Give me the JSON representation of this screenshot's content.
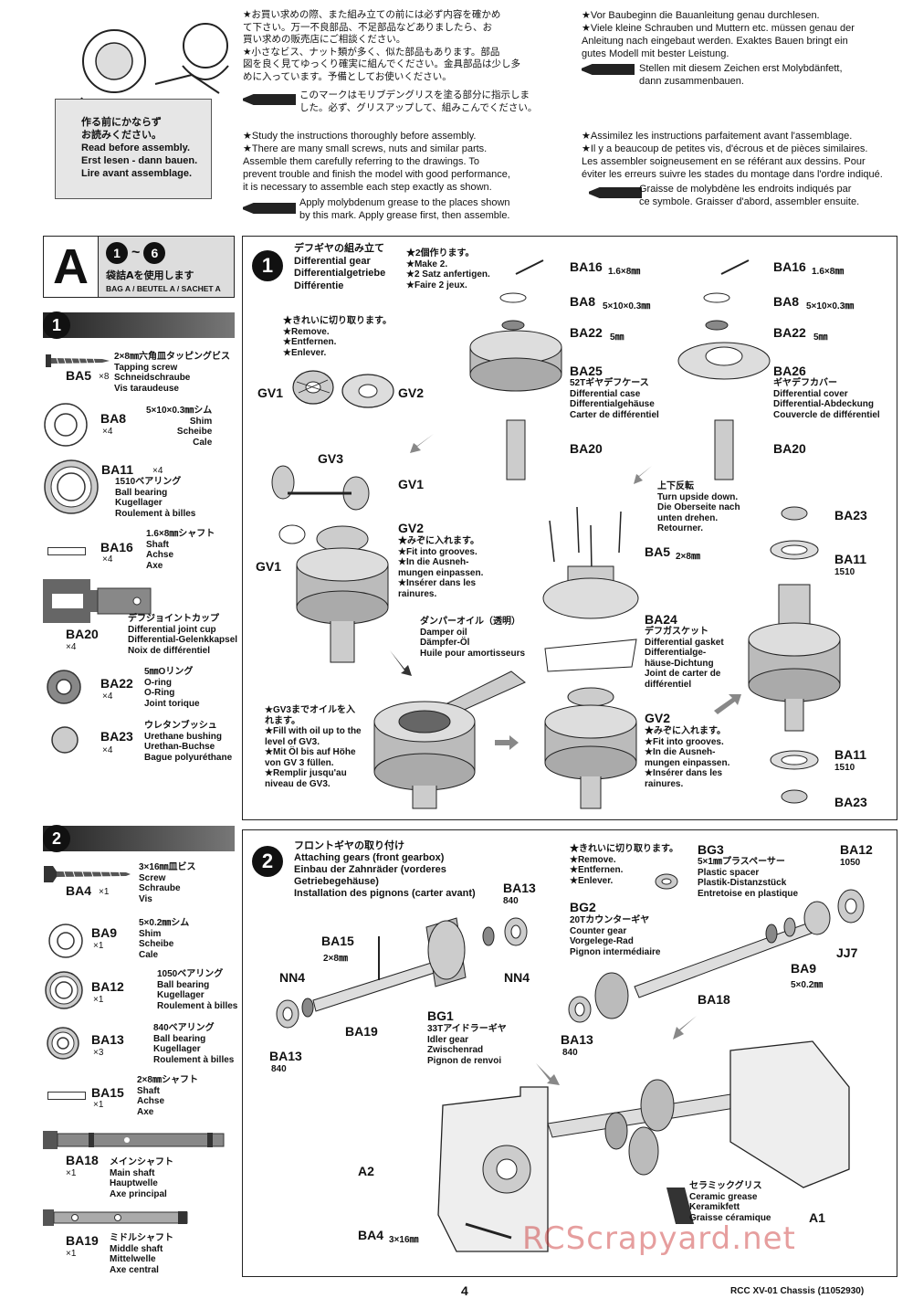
{
  "header": {
    "before_box": {
      "jp": "作る前にかならず\nお読みください。",
      "en": "Read before assembly.",
      "de": "Erst lesen - dann bauen.",
      "fr": "Lire avant assemblage."
    },
    "jp_notes": "★お買い求めの際、また組み立ての前には必ず内容を確かめ\nて下さい。万一不良部品、不足部品などありましたら、お\n買い求めの販売店にご相談ください。\n★小さなビス、ナット類が多く、似た部品もあります。部品\n図を良く見てゆっくり確実に組んでください。金具部品は少し多\nめに入っています。予備としてお使いください。",
    "jp_grease": "このマークはモリブデングリスを塗る部分に指示しま\nした。必ず、グリスアップして、組みこんでください。",
    "en_notes": "★Study the instructions thoroughly before assembly.\n★There are many small screws, nuts and similar parts.\nAssemble them carefully referring to the drawings. To\nprevent trouble and finish the model with good performance,\nit is necessary to assemble each step exactly as shown.",
    "en_grease": "Apply molybdenum grease to the places shown\nby this mark. Apply grease first, then assemble.",
    "de_notes": "★Vor Baubeginn die Bauanleitung genau durchlesen.\n★Viele kleine Schrauben und Muttern etc. müssen genau der\nAnleitung nach eingebaut werden. Exaktes Bauen bringt ein\ngutes Modell mit bester Leistung.",
    "de_grease": "Stellen mit diesem Zeichen erst Molybdänfett,\ndann zusammenbauen.",
    "fr_notes": "★Assimilez les instructions parfaitement avant l'assemblage.\n★Il y a beaucoup de petites vis, d'écrous et de pièces similaires.\nLes assembler soigneusement en se référant aux dessins. Pour\néviter les erreurs suivre les stades du montage dans l'ordre indiqué.",
    "fr_grease": "Graisse de molybdène les endroits indiqués par\nce symbole. Graisser d'abord, assembler ensuite."
  },
  "bag": {
    "letter": "A",
    "range_start": "1",
    "range_sep": "~",
    "range_end": "6",
    "jp": "袋詰Aを使用します",
    "label": "BAG A / BEUTEL A / SACHET A"
  },
  "step1": {
    "num": "1",
    "parts": [
      {
        "name": "BA5",
        "qty": "×8",
        "desc": "2×8㎜六角皿タッピングビス\nTapping screw\nSchneidschraube\nVis taraudeuse"
      },
      {
        "name": "BA8",
        "qty": "×4",
        "desc": "5×10×0.3㎜シム\nShim\nScheibe\nCale"
      },
      {
        "name": "BA11",
        "qty": "×4",
        "desc": "1510ベアリング\nBall bearing\nKugellager\nRoulement à billes"
      },
      {
        "name": "BA16",
        "qty": "×4",
        "desc": "1.6×8㎜シャフト\nShaft\nAchse\nAxe"
      },
      {
        "name": "BA20",
        "qty": "×4",
        "desc": "デフジョイントカップ\nDifferential joint cup\nDifferential-Gelenkkapsel\nNoix de différentiel"
      },
      {
        "name": "BA22",
        "qty": "×4",
        "desc": "5㎜Oリング\nO-ring\nO-Ring\nJoint torique"
      },
      {
        "name": "BA23",
        "qty": "×4",
        "desc": "ウレタンブッシュ\nUrethane bushing\nUrethan-Buchse\nBague polyuréthane"
      }
    ],
    "title": "デフギヤの組み立て\nDifferential gear\nDifferentialgetriebe\nDifférentie",
    "make2": "★2個作ります。\n★Make 2.\n★2 Satz anfertigen.\n★Faire 2 jeux.",
    "remove": "★きれいに切り取ります。\n★Remove.\n★Entfernen.\n★Enlever.",
    "fit": "★みぞに入れます。\n★Fit into grooves.\n★In die Ausneh-\nmungen einpassen.\n★Insérer dans les\nrainures.",
    "oil": "ダンパーオイル（透明）\nDamper oil\nDämpfer-Öl\nHuile pour amortisseurs",
    "fill": "★GV3までオイルを入\nれます。\n★Fill with oil up to the\nlevel of GV3.\n★Mit Öl bis auf Höhe\nvon GV 3 füllen.\n★Remplir jusqu'au\nniveau de GV3.",
    "turn": "上下反転\nTurn upside down.\nDie Oberseite nach\nunten drehen.\nRetourner.",
    "fit2": "★みぞに入れます。\n★Fit into grooves.\n★In die Ausneh-\nmungen einpassen.\n★Insérer dans les\nrainures.",
    "labels": {
      "ba16": "BA16",
      "ba16_size": "1.6×8㎜",
      "ba8": "BA8",
      "ba8_size": "5×10×0.3㎜",
      "ba22": "BA22",
      "ba22_size": "5㎜",
      "ba25": "BA25",
      "ba25_desc": "52Tギヤデフケース\nDifferential case\nDifferentialgehäuse\nCarter de différentiel",
      "ba26": "BA26",
      "ba26_desc": "ギヤデフカバー\nDifferential cover\nDifferential-Abdeckung\nCouvercle de différentiel",
      "ba20": "BA20",
      "gv1": "GV1",
      "gv2": "GV2",
      "gv3": "GV3",
      "ba5": "BA5",
      "ba5_size": "2×8㎜",
      "ba24": "BA24",
      "ba24_desc": "デフガスケット\nDifferential gasket\nDifferentialge-\nhäuse-Dichtung\nJoint de carter de\ndifférentiel",
      "ba23": "BA23",
      "ba11": "BA11",
      "ba11_sub": "1510"
    }
  },
  "step2": {
    "num": "2",
    "parts": [
      {
        "name": "BA4",
        "qty": "×1",
        "desc": "3×16㎜皿ビス\nScrew\nSchraube\nVis"
      },
      {
        "name": "BA9",
        "qty": "×1",
        "desc": "5×0.2㎜シム\nShim\nScheibe\nCale"
      },
      {
        "name": "BA12",
        "qty": "×1",
        "desc": "1050ベアリング\nBall bearing\nKugellager\nRoulement à billes"
      },
      {
        "name": "BA13",
        "qty": "×3",
        "desc": "840ベアリング\nBall bearing\nKugellager\nRoulement à billes"
      },
      {
        "name": "BA15",
        "qty": "×1",
        "desc": "2×8㎜シャフト\nShaft\nAchse\nAxe"
      },
      {
        "name": "BA18",
        "qty": "×1",
        "desc": "メインシャフト\nMain shaft\nHauptwelle\nAxe principal"
      },
      {
        "name": "BA19",
        "qty": "×1",
        "desc": "ミドルシャフト\nMiddle shaft\nMittelwelle\nAxe central"
      }
    ],
    "title": "フロントギヤの取り付け\nAttaching gears (front gearbox)\nEinbau der Zahnräder (vorderes\nGetriebegehäuse)\nInstallation des pignons (carter avant)",
    "remove": "★きれいに切り取ります。\n★Remove.\n★Entfernen.\n★Enlever.",
    "labels": {
      "ba13": "BA13",
      "ba13_sub": "840",
      "ba15": "BA15",
      "ba15_size": "2×8㎜",
      "nn4": "NN4",
      "ba19": "BA19",
      "bg1": "BG1",
      "bg1_desc": "33Tアイドラーギヤ\nIdler gear\nZwischenrad\nPignon de renvoi",
      "bg3": "BG3",
      "bg3_desc": "5×1㎜プラスペーサー\nPlastic spacer\nPlastik-Distanzstück\nEntretoise en plastique",
      "bg2": "BG2",
      "bg2_desc": "20Tカウンターギヤ\nCounter gear\nVorgelege-Rad\nPignon intermédiaire",
      "ba12": "BA12",
      "ba12_sub": "1050",
      "jj7": "JJ7",
      "ba9": "BA9",
      "ba9_size": "5×0.2㎜",
      "ba18": "BA18",
      "a1": "A1",
      "a2": "A2",
      "ba4": "BA4",
      "ba4_size": "3×16㎜",
      "ceramic": "セラミックグリス\nCeramic grease\nKeramikfett\nGraisse céramique"
    }
  },
  "footer": {
    "page": "4",
    "doc": "RCC XV-01 Chassis (11052930)",
    "watermark": "RCScrapyard.net"
  }
}
